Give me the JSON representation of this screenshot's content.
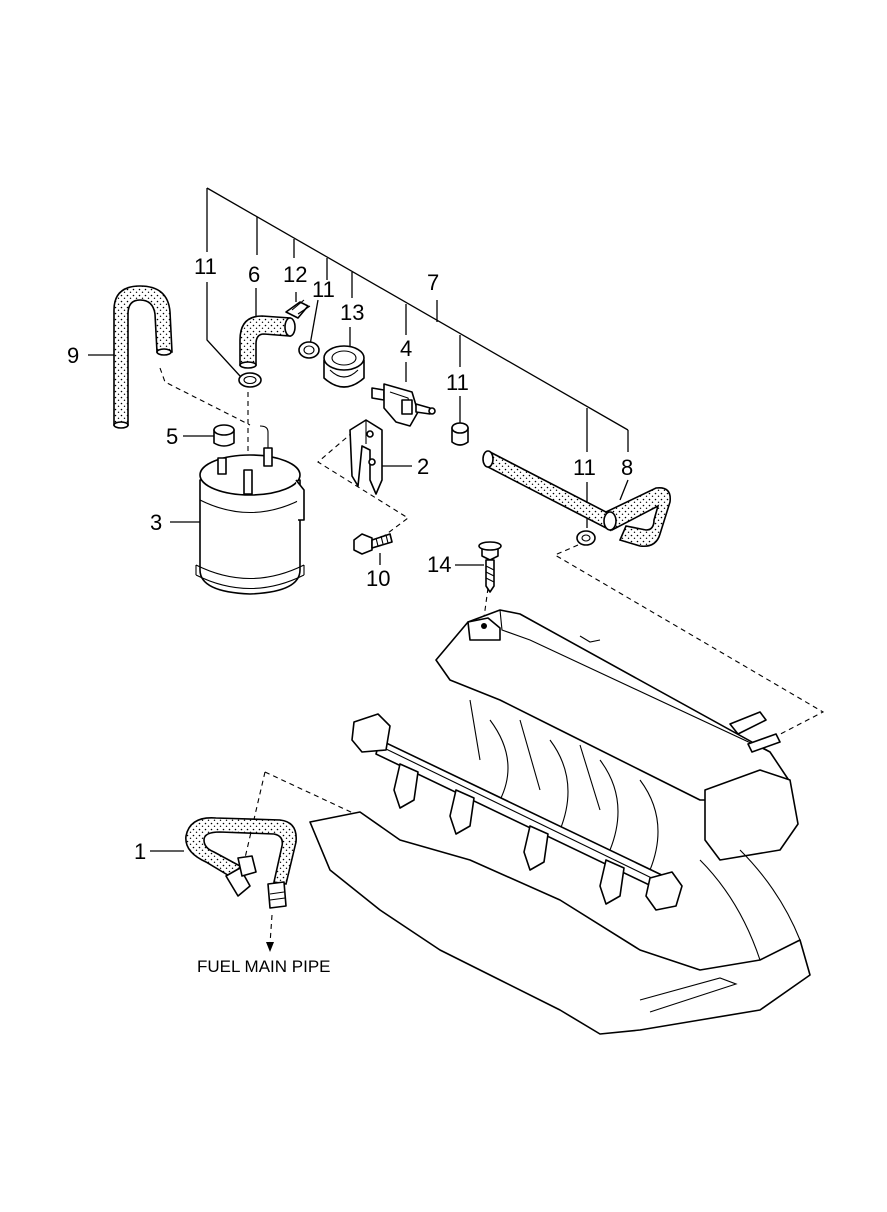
{
  "callouts": {
    "c1": "1",
    "c2": "2",
    "c3": "3",
    "c4": "4",
    "c5": "5",
    "c6": "6",
    "c7": "7",
    "c8": "8",
    "c9": "9",
    "c10": "10",
    "c11a": "11",
    "c11b": "11",
    "c11c": "11",
    "c11d": "11",
    "c12": "12",
    "c13": "13",
    "c14": "14"
  },
  "fuel_label": "FUEL MAIN PIPE"
}
